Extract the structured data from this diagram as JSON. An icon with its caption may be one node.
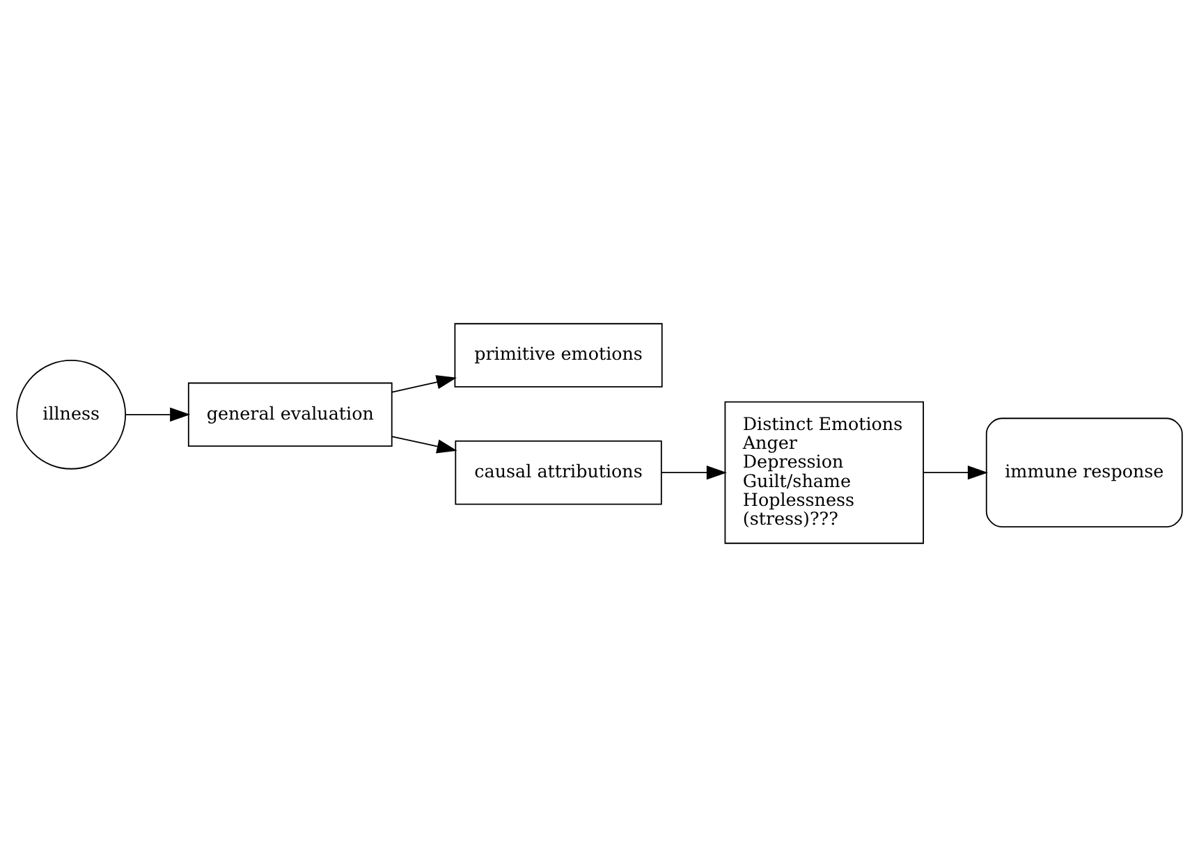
{
  "diagram": {
    "nodes": [
      {
        "text": [
          "illness"
        ]
      },
      {
        "text": [
          "primitive emotions"
        ]
      },
      {
        "text": [
          "general evaluation"
        ]
      },
      {
        "text": [
          "causal attributions"
        ]
      },
      {
        "text": [
          "Distinct Emotions",
          "Anger",
          "Depression",
          "Guilt/shame",
          "Hoplessness",
          "(stress)???"
        ]
      },
      {
        "text": [
          "immune response"
        ]
      }
    ],
    "edges": [
      {
        "from": 0,
        "to": 2,
        "arrow": "to"
      },
      {
        "from": 2,
        "to": 1,
        "arrow": "to"
      },
      {
        "from": 2,
        "to": 3,
        "arrow": "to"
      },
      {
        "from": 3,
        "to": 4,
        "arrow": "to"
      },
      {
        "from": 4,
        "to": 5,
        "arrow": "to"
      }
    ]
  }
}
